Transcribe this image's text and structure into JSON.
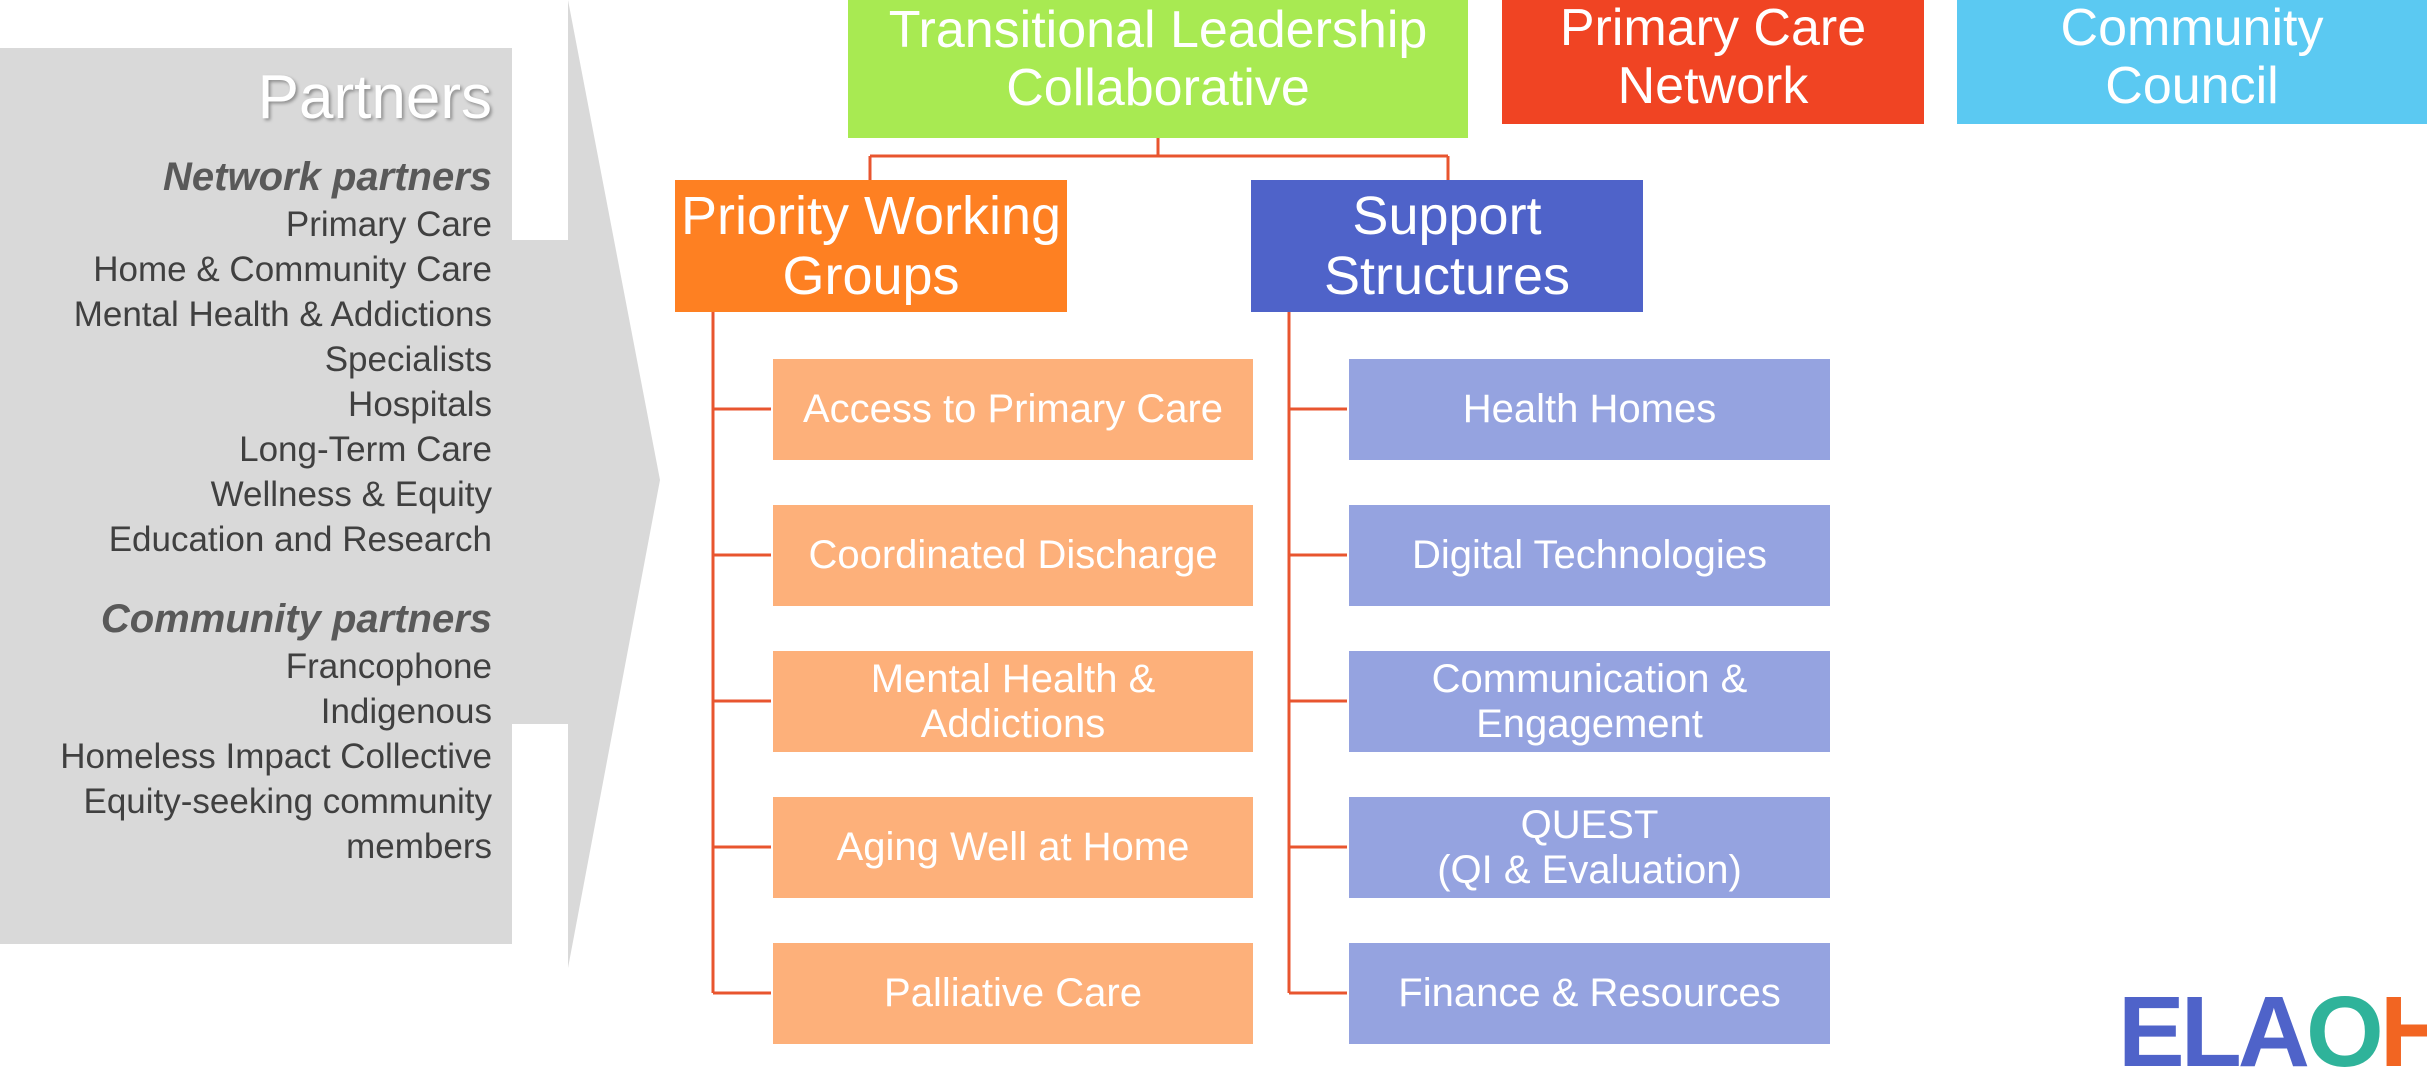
{
  "partners": {
    "title": "Partners",
    "network_header": "Network partners",
    "network": [
      "Primary Care",
      "Home & Community Care",
      "Mental Health & Addictions",
      "Specialists",
      "Hospitals",
      "Long-Term Care",
      "Wellness & Equity",
      "Education and Research"
    ],
    "community_header": "Community partners",
    "community": [
      "Francophone",
      "Indigenous",
      "Homeless Impact Collective",
      "Equity-seeking community",
      "members"
    ]
  },
  "top": {
    "tlc": [
      "Transitional Leadership",
      "Collaborative"
    ],
    "pcn": [
      "Primary Care",
      "Network"
    ],
    "council": [
      "Community",
      "Council"
    ]
  },
  "pwg": {
    "title": [
      "Priority Working",
      "Groups"
    ],
    "items": [
      [
        "Access to Primary Care"
      ],
      [
        "Coordinated Discharge"
      ],
      [
        "Mental Health &",
        "Addictions"
      ],
      [
        "Aging Well at Home"
      ],
      [
        "Palliative Care"
      ]
    ]
  },
  "support": {
    "title": [
      "Support",
      "Structures"
    ],
    "items": [
      [
        "Health Homes"
      ],
      [
        "Digital Technologies"
      ],
      [
        "Communication &",
        "Engagement"
      ],
      [
        "QUEST",
        "(QI & Evaluation)"
      ],
      [
        "Finance & Resources"
      ]
    ]
  },
  "logo": {
    "text": "ELAOHT",
    "colors": [
      "#4f63c9",
      "#4f63c9",
      "#4f63c9",
      "#2fb39a",
      "#f26522",
      "#2fb39a"
    ]
  },
  "colors": {
    "green": "#a8ea52",
    "red": "#f04423",
    "sky": "#5bc9f2",
    "orange": "#fe8022",
    "blue": "#4f63c9",
    "line": "#e8552f"
  }
}
